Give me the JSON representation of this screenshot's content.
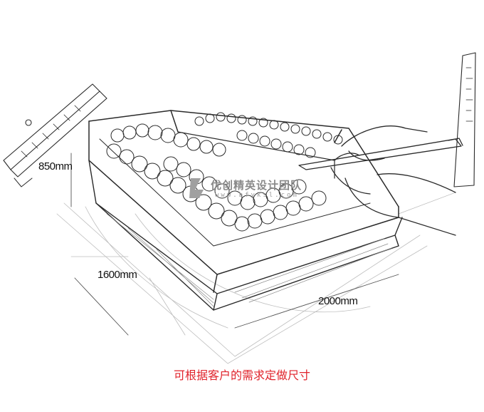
{
  "dimensions": {
    "height": "850mm",
    "depth": "1600mm",
    "width": "2000mm"
  },
  "watermark": {
    "name": "优创精英设计团队",
    "url": "www.bfyksl.com"
  },
  "caption": "可根据客户的需求定做尺寸",
  "colors": {
    "caption": "#e0232b",
    "sketch_line": "#2a2a2a"
  }
}
